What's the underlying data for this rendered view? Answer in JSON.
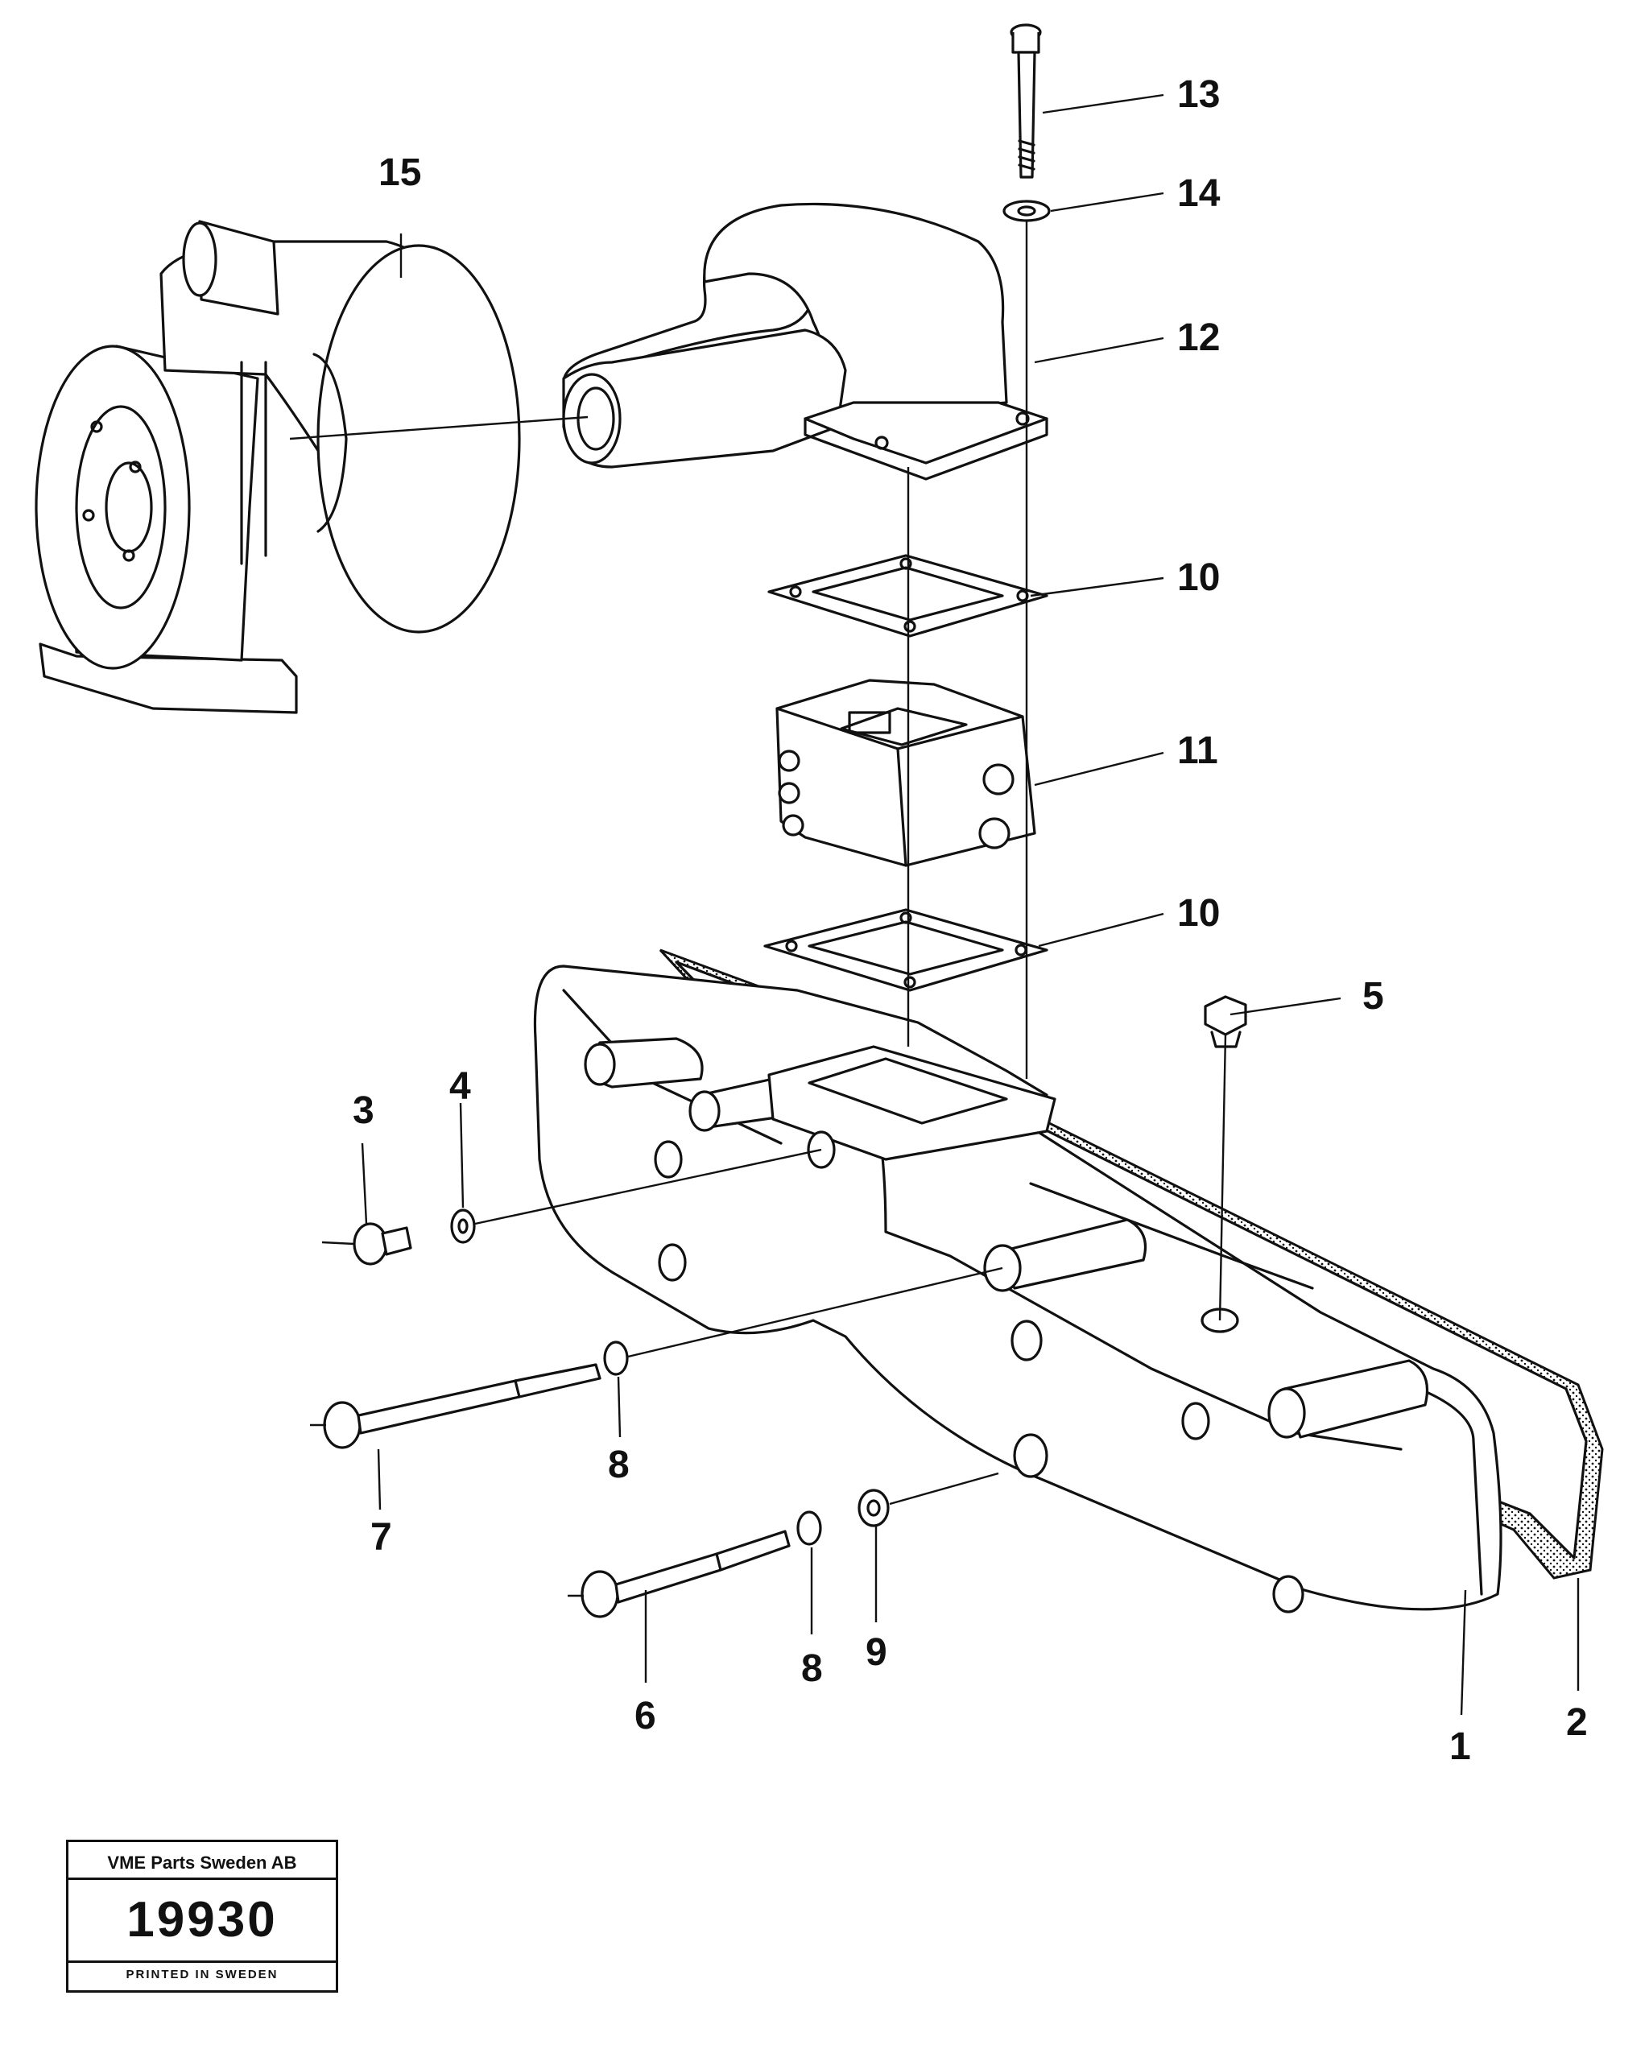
{
  "diagram": {
    "callouts": {
      "c1": "1",
      "c2": "2",
      "c3": "3",
      "c4": "4",
      "c5": "5",
      "c6": "6",
      "c7": "7",
      "c8a": "8",
      "c8b": "8",
      "c9": "9",
      "c10a": "10",
      "c10b": "10",
      "c11": "11",
      "c12": "12",
      "c13": "13",
      "c14": "14",
      "c15": "15"
    }
  },
  "stamp": {
    "company": "VME Parts Sweden AB",
    "number": "19930",
    "printed": "PRINTED IN SWEDEN"
  }
}
